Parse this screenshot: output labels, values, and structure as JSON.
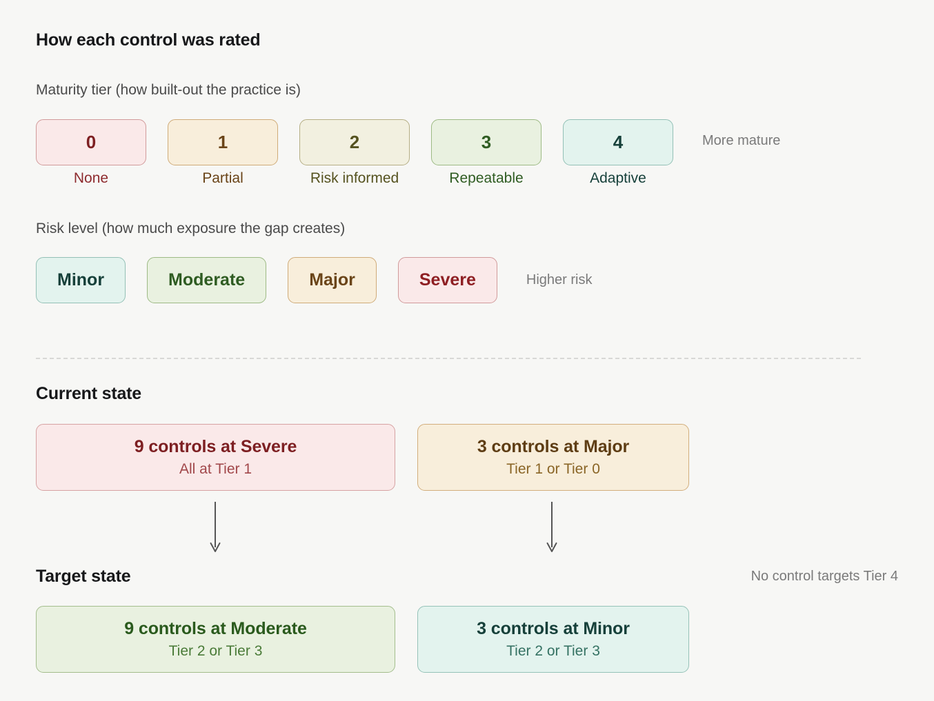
{
  "legend": {
    "title": "How each control was rated",
    "maturity": {
      "label": "Maturity tier (how built-out the practice is)",
      "hint": "More mature",
      "tiers": [
        {
          "value": "0",
          "caption": "None",
          "fill": "#fae9e9",
          "border": "#d19a9a",
          "text": "#7d1f22"
        },
        {
          "value": "1",
          "caption": "Partial",
          "fill": "#f8eedb",
          "border": "#cfab78",
          "text": "#6a4418"
        },
        {
          "value": "2",
          "caption": "Risk informed",
          "fill": "#f2f0e0",
          "border": "#b5ae84",
          "text": "#55521f"
        },
        {
          "value": "3",
          "caption": "Repeatable",
          "fill": "#e9f1e0",
          "border": "#9dba84",
          "text": "#2f5c22"
        },
        {
          "value": "4",
          "caption": "Adaptive",
          "fill": "#e3f3ee",
          "border": "#93c0b6",
          "text": "#16403a"
        }
      ]
    },
    "risk": {
      "label": "Risk level (how much exposure the gap creates)",
      "hint": "Higher risk",
      "levels": [
        {
          "label": "Minor",
          "fill": "#e3f3ee",
          "border": "#93c0b6",
          "text": "#16403a"
        },
        {
          "label": "Moderate",
          "fill": "#e9f1e0",
          "border": "#9dba84",
          "text": "#2f5c22"
        },
        {
          "label": "Major",
          "fill": "#f8eedb",
          "border": "#cfab78",
          "text": "#6a4418"
        },
        {
          "label": "Severe",
          "fill": "#fae9e9",
          "border": "#d19a9a",
          "text": "#8e1f23"
        }
      ]
    }
  },
  "current_state": {
    "title": "Current state",
    "cards": [
      {
        "title": "9 controls at Severe",
        "sub": "All at Tier 1"
      },
      {
        "title": "3 controls at Major",
        "sub": "Tier 1 or Tier 0"
      }
    ]
  },
  "target_state": {
    "title": "Target state",
    "note": "No control targets Tier 4",
    "cards": [
      {
        "title": "9 controls at Moderate",
        "sub": "Tier 2 or Tier 3"
      },
      {
        "title": "3 controls at Minor",
        "sub": "Tier 2 or Tier 3"
      }
    ]
  },
  "arrows": {
    "count": 2,
    "direction": "down",
    "color": "#555555"
  }
}
